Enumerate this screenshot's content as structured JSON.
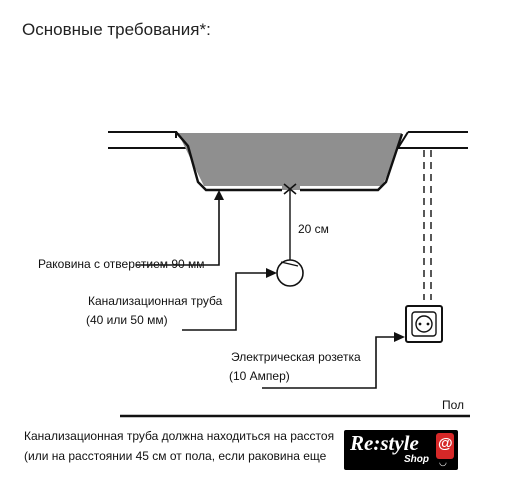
{
  "heading": "Основные требования*:",
  "labels": {
    "distance": "20 см",
    "sink": "Раковина с отверстием 90 мм",
    "drain_line1": "Канализационная труба",
    "drain_line2": "(40 или 50 мм)",
    "socket_line1": "Электрическая розетка",
    "socket_line2": "(10 Ампер)",
    "floor": "Пол"
  },
  "footnote": {
    "line1": "Канализационная труба должна находиться на расстоя",
    "line2": "(или на расстоянии 45 см от пола, если раковина еще"
  },
  "logo": {
    "brand": "Re:style",
    "shop": "Shop",
    "badge": "@"
  },
  "colors": {
    "sink_fill": "#8f8f8f",
    "line": "#111111",
    "logo_bg": "#000000",
    "logo_accent": "#d62828"
  }
}
